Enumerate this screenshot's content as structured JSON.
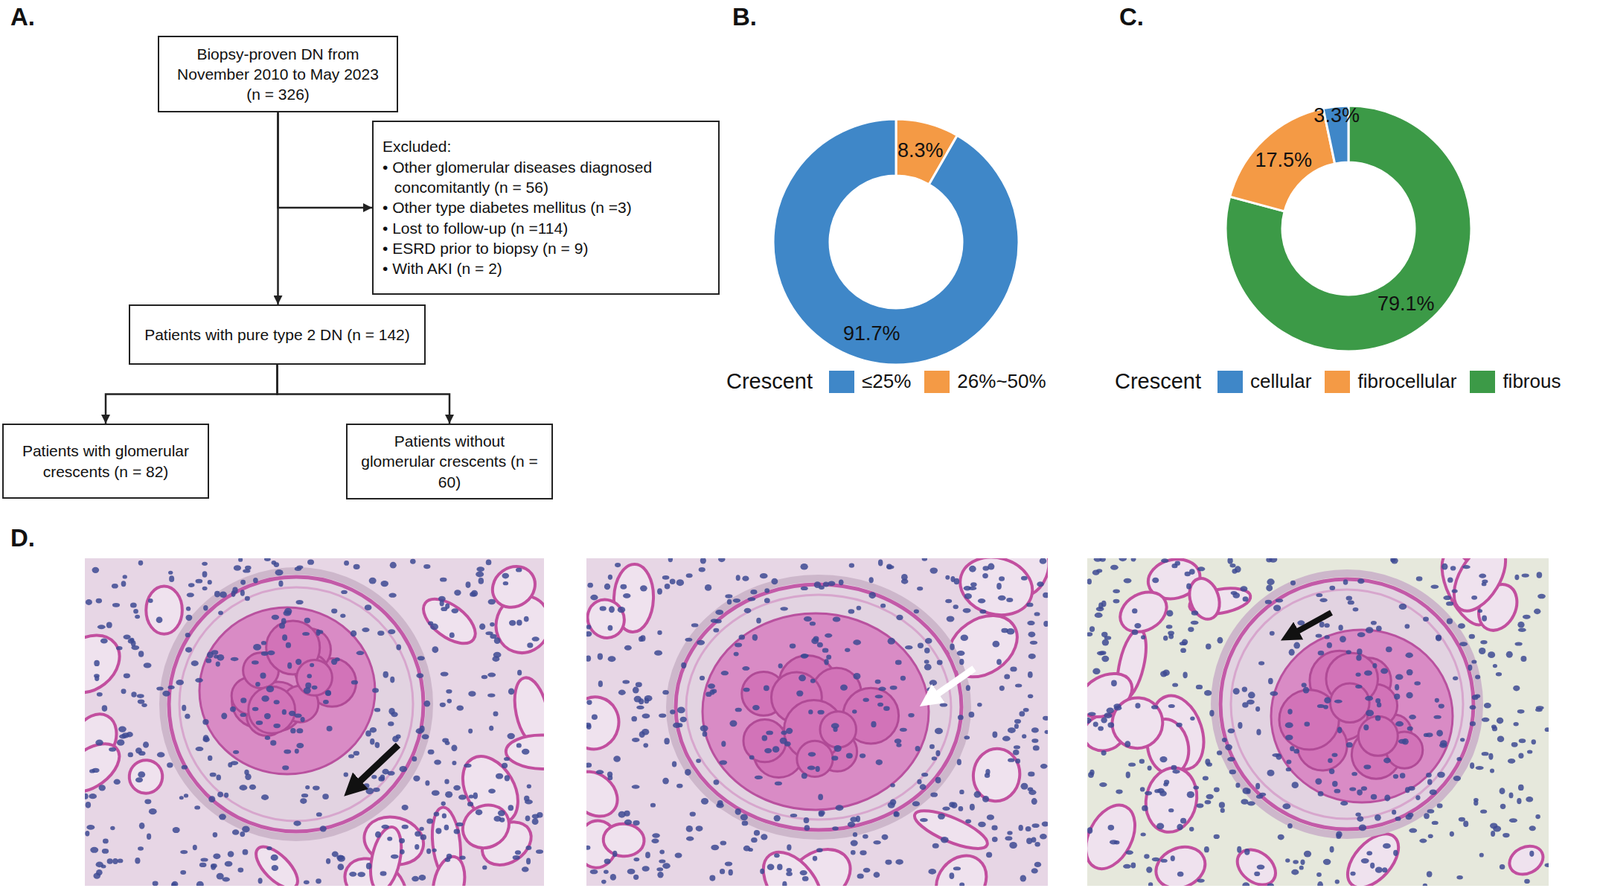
{
  "diagram": {
    "nodes": [
      {
        "text": [
          "Biopsy-proven DN from November 2010 to May 2023 (n = 326)"
        ]
      },
      {
        "text": [
          "Excluded:",
          "• Other glomerular diseases diagnosed concomitantly (n = 56)",
          "• Other type diabetes mellitus (n =3)",
          "• Lost to follow-up (n =114)",
          "• ESRD prior to biopsy (n = 9)",
          "• With AKI (n = 2)"
        ]
      },
      {
        "text": [
          "Patients with pure type 2 DN (n = 142)"
        ]
      },
      {
        "text": [
          "Patients with glomerular crescents (n = 82)"
        ]
      },
      {
        "text": [
          "Patients without glomerular crescents (n = 60)"
        ]
      }
    ],
    "edges": [
      {
        "from": 0,
        "to": 1,
        "arrow": "to"
      },
      {
        "from": 0,
        "to": 2,
        "arrow": "to"
      },
      {
        "from": 2,
        "to": 3,
        "arrow": "to"
      },
      {
        "from": 2,
        "to": 4,
        "arrow": "to"
      }
    ],
    "labels": [
      "A.",
      "B.",
      "C.",
      "D.",
      "8.3%",
      "91.7%",
      "Crescent",
      "3.3%",
      "17.5%",
      "79.1%",
      "Crescent"
    ],
    "legend": [
      {
        "text": "≤25%",
        "color": "#3f87c8"
      },
      {
        "text": "26%~50%",
        "color": "#f49a45"
      },
      {
        "text": "cellular",
        "color": "#3f87c8"
      },
      {
        "text": "fibrocellular",
        "color": "#f49a45"
      },
      {
        "text": "fibrous",
        "color": "#3c9a47"
      }
    ]
  }
}
